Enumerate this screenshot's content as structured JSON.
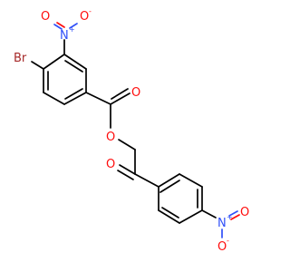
{
  "molecule": {
    "atoms": {
      "bromine": "Br",
      "nitro1_nitrogen": "N",
      "nitro1_nitrogen_charge": "+",
      "nitro1_oxygen_single": "O",
      "nitro1_oxygen_single_charge": "-",
      "nitro1_oxygen_double": "O",
      "ester_carbonyl_oxygen": "O",
      "ester_oxygen": "O",
      "ketone_oxygen": "O",
      "nitro2_nitrogen": "N",
      "nitro2_nitrogen_charge": "+",
      "nitro2_oxygen_single": "O",
      "nitro2_oxygen_single_charge": "-",
      "nitro2_oxygen_double": "O"
    },
    "colors": {
      "carbon_bond": "#000000",
      "oxygen": "#ff0d0d",
      "nitrogen": "#3050f8",
      "bromine": "#a62929"
    }
  }
}
